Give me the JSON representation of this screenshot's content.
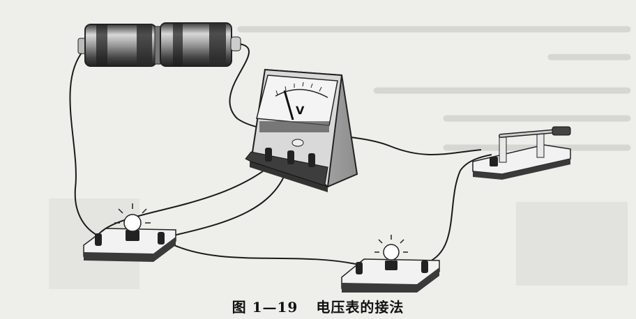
{
  "figure": {
    "voltmeter_symbol": "V",
    "caption_number": "图 1—19",
    "caption_title": "电压表的接法"
  },
  "colors": {
    "background": "#eeeeea",
    "ink": "#1a1a1a",
    "battery_body": "#9a9a9a",
    "board_top": "#f2f2f2",
    "board_side": "#3a3a3a"
  },
  "icons": [
    "battery-icon",
    "voltmeter-icon",
    "light-bulb-icon",
    "knife-switch-icon"
  ]
}
